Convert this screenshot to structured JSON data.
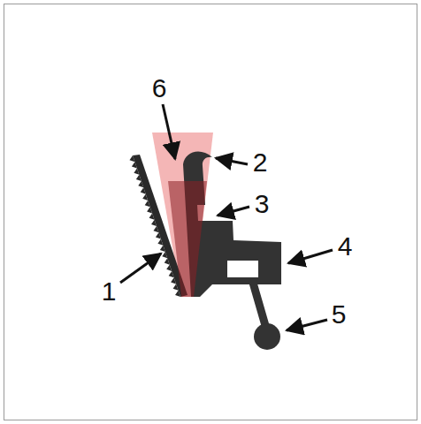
{
  "diagram": {
    "labels": [
      "6",
      "2",
      "3",
      "4",
      "1",
      "5"
    ]
  }
}
